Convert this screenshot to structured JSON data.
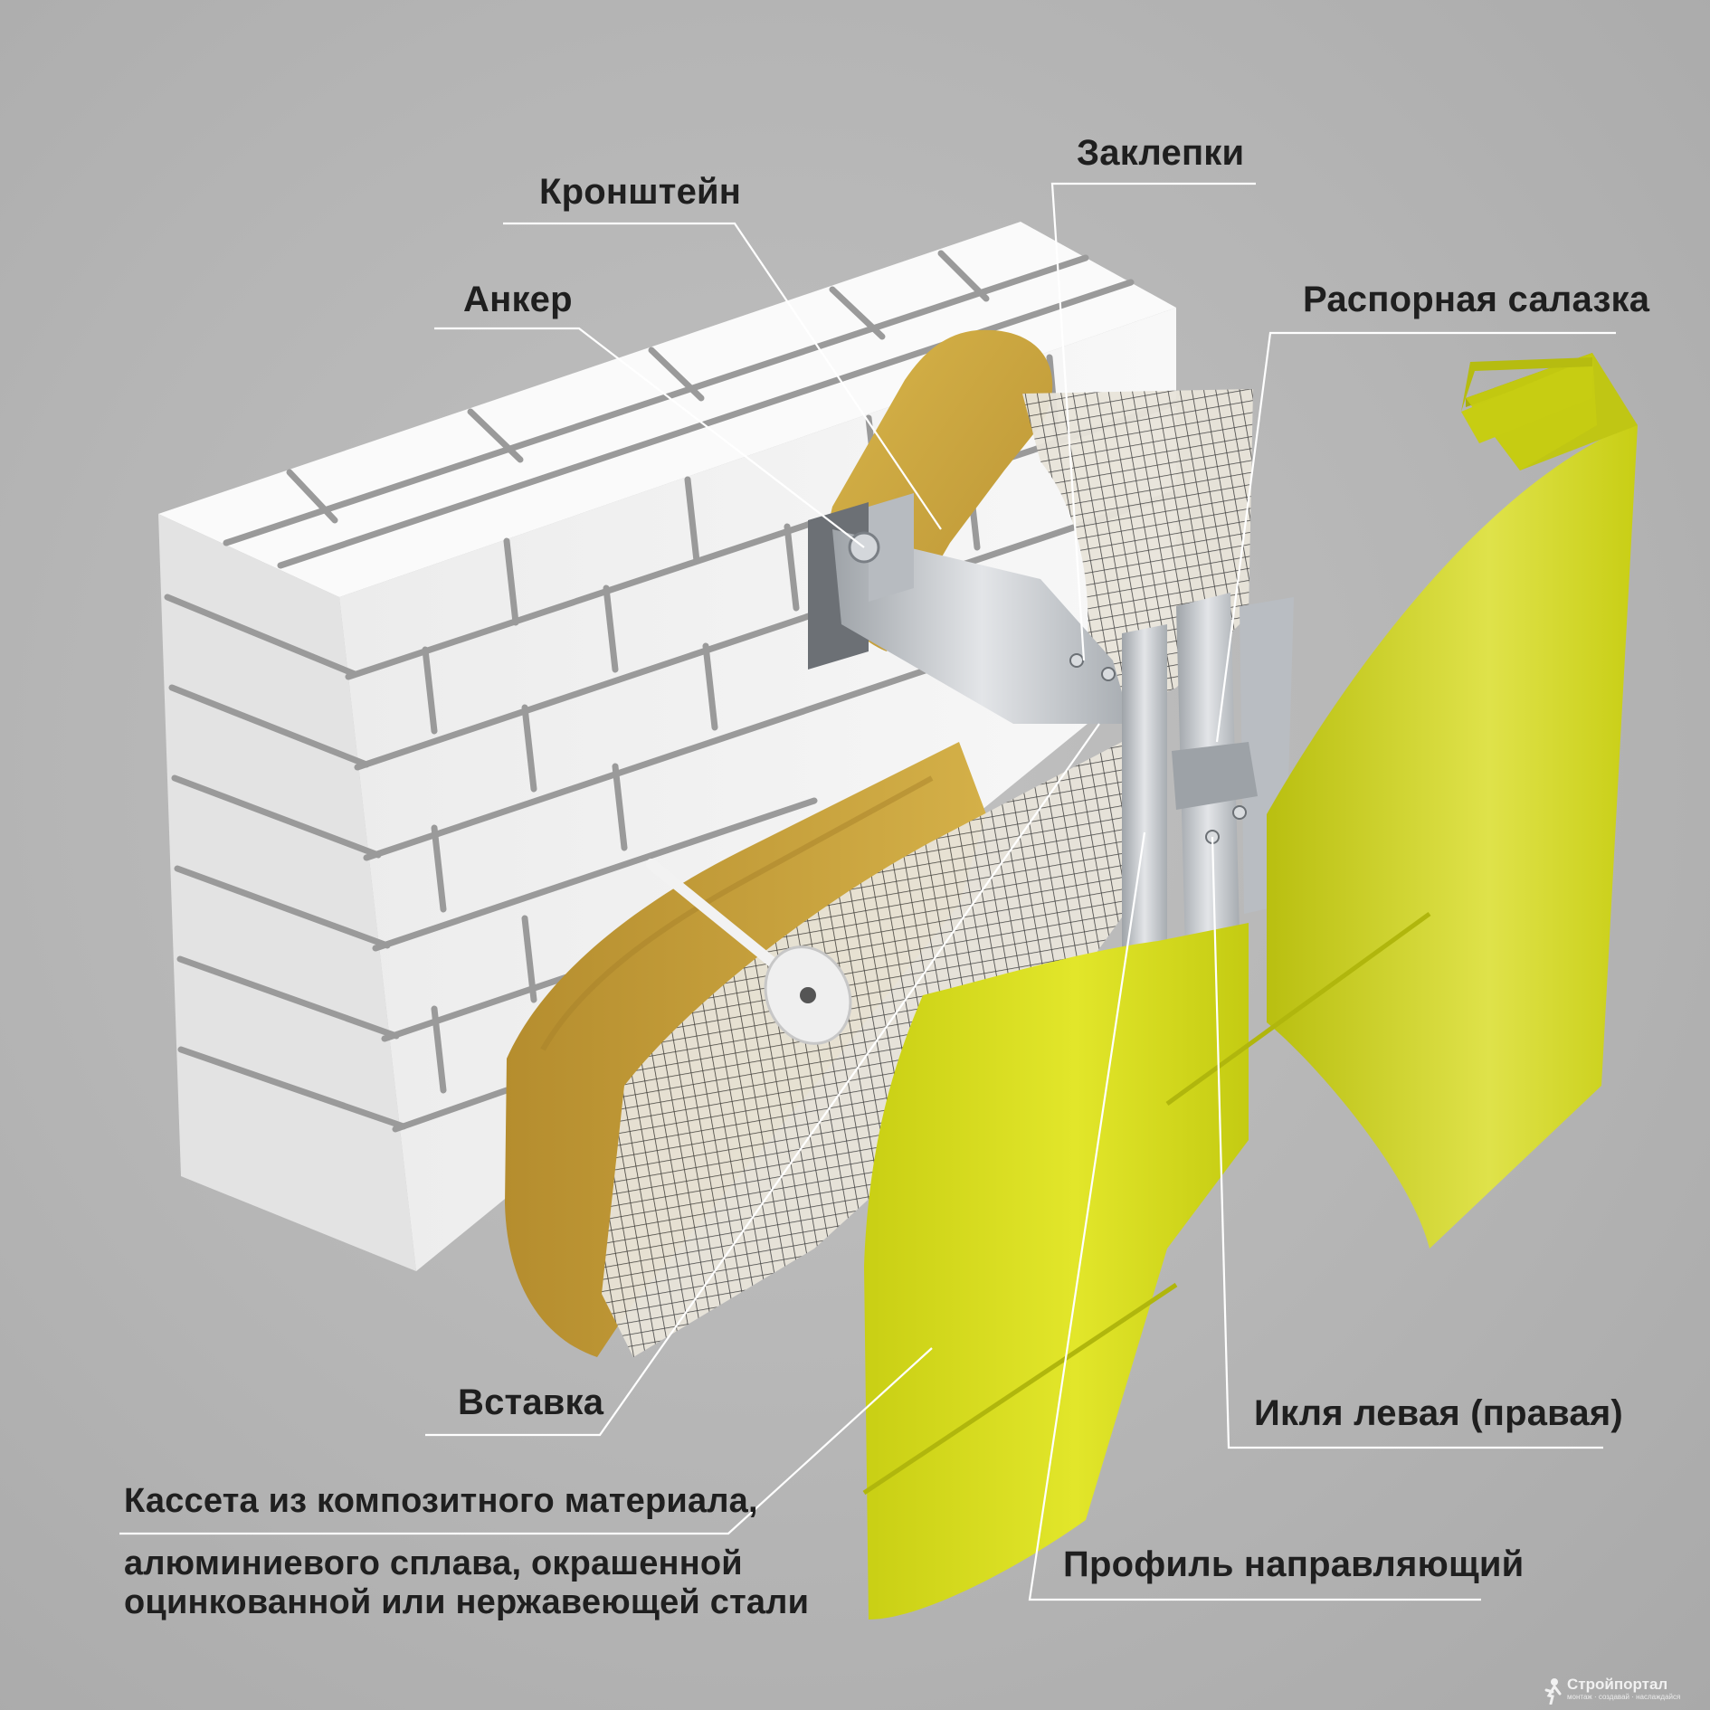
{
  "labels": {
    "bracket": "Кронштейн",
    "rivets": "Заклепки",
    "anchor": "Анкер",
    "spacer_slide": "Распорная салазка",
    "insert": "Вставка",
    "cassette_line1": "Кассета из композитного материала,",
    "cassette_line2": "алюминиевого сплава, окрашенной",
    "cassette_line3": "оцинкованной или нержавеющей стали",
    "fang": "Икля левая (правая)",
    "guide_profile": "Профиль направляющий"
  },
  "watermark": {
    "name": "Стройпортал",
    "tagline": "монтаж · создавай · наслаждайся"
  },
  "colors": {
    "background": "#b5b5b5",
    "brick": "#f4f4f4",
    "mortar": "#9a9a9a",
    "insulation": "#c9a63b",
    "mesh": "#e6e2d8",
    "metal": "#c9ccd0",
    "cassette": "#dde21a",
    "leader_line": "#ffffff",
    "text": "#1f1f1f"
  }
}
